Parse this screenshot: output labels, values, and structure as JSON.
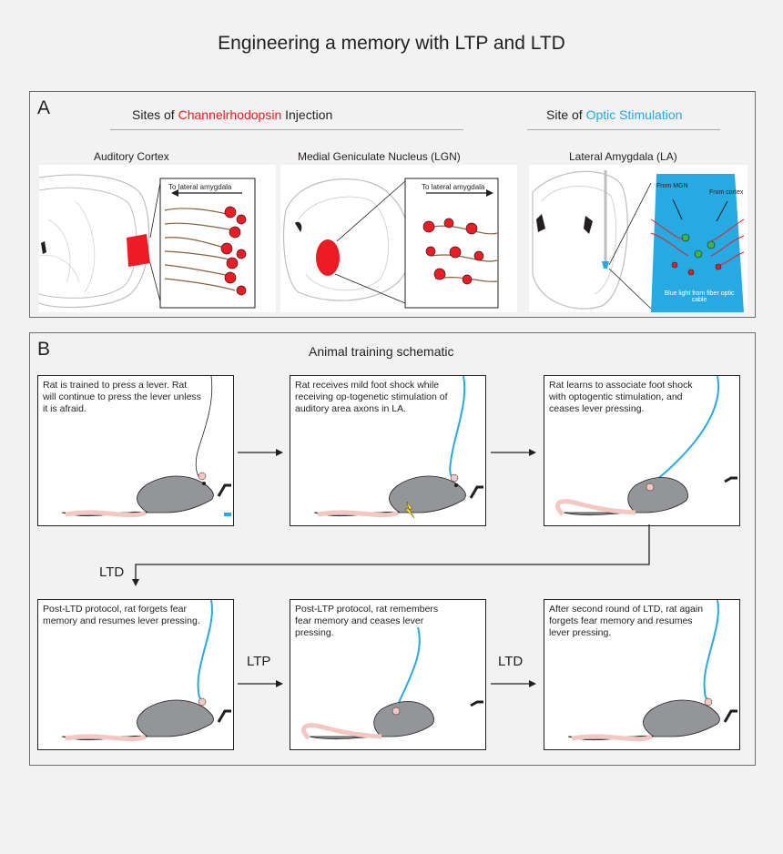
{
  "title": "Engineering a memory with LTP and LTD",
  "panel_a": {
    "letter": "A",
    "injection_header_pre": "Sites of ",
    "injection_header_highlight": "Channelrhodopsin",
    "injection_header_post": " Injection",
    "stim_header_pre": "Site of ",
    "stim_header_highlight": "Optic Stimulation",
    "regions": [
      {
        "name": "Auditory Cortex",
        "inset_label": "To lateral amygdala"
      },
      {
        "name": "Medial Geniculate Nucleus (LGN)",
        "inset_label": "To lateral amygdala"
      },
      {
        "name": "Lateral Amygdala (LA)",
        "inset_from_mgn": "From MGN",
        "inset_from_cortex": "From cortex",
        "inset_light": "Blue light from fiber optic cable"
      }
    ]
  },
  "panel_b": {
    "letter": "B",
    "header": "Animal training schematic",
    "steps": [
      {
        "text": "Rat is trained to press a lever. Rat will continue to press the lever unless it is afraid."
      },
      {
        "text": "Rat receives mild foot shock while receiving op-togenetic stimulation of auditory area axons in LA."
      },
      {
        "text": "Rat learns to associate foot shock with optogentic stimulation, and ceases lever pressing."
      },
      {
        "text": "Post-LTD protocol, rat forgets fear memory and resumes lever pressing."
      },
      {
        "text": "Post-LTP protocol, rat remembers fear memory and ceases lever pressing."
      },
      {
        "text": "After second round of LTD, rat again forgets fear memory and resumes lever pressing."
      }
    ],
    "transitions": {
      "ltd_first": "LTD",
      "ltp": "LTP",
      "ltd_second": "LTD"
    }
  },
  "colors": {
    "channelrhodopsin": "#ed1c24",
    "optic": "#27aae1",
    "rat": "#939598",
    "tail": "#f4c7c3",
    "cable": "#27aae1"
  }
}
